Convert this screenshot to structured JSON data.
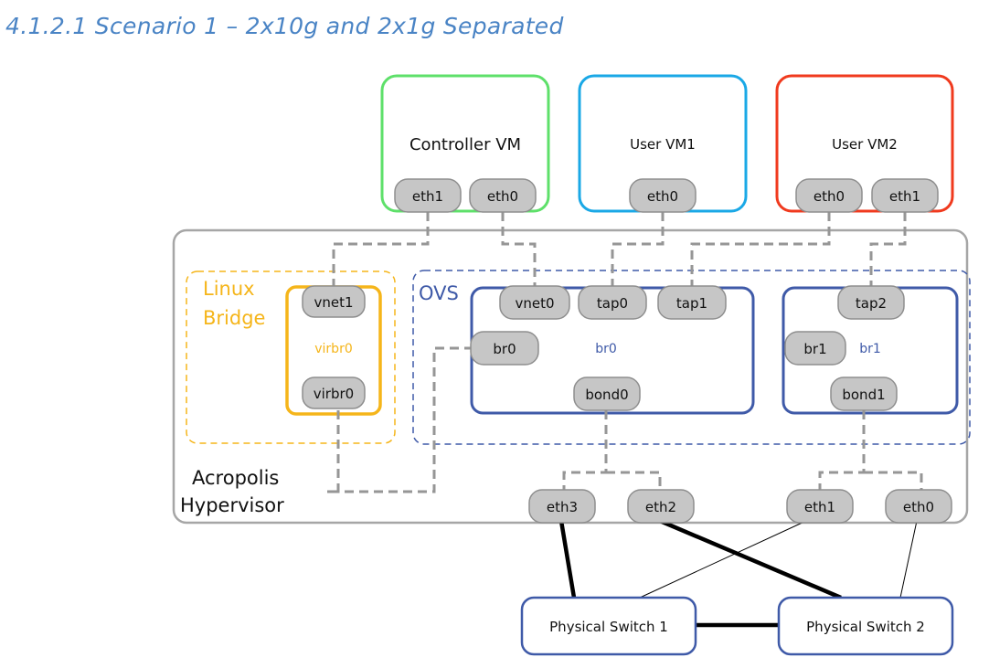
{
  "heading": "4.1.2.1  Scenario 1 – 2x10g and 2x1g Separated",
  "colors": {
    "heading": "#4a84c5",
    "controller_vm": "#5ee06a",
    "user_vm1": "#1aa8e6",
    "user_vm2": "#f03a1e",
    "linux_bridge": "#f5b51a",
    "ovs": "#3f5aa8",
    "hypervisor_border": "#a6a6a6",
    "port_fill": "#c6c6c6"
  },
  "vms": {
    "controller": {
      "label": "Controller VM",
      "ports": [
        "eth1",
        "eth0"
      ]
    },
    "user1": {
      "label": "User VM1",
      "ports": [
        "eth0"
      ]
    },
    "user2": {
      "label": "User VM2",
      "ports": [
        "eth0",
        "eth1"
      ]
    }
  },
  "linux_bridge": {
    "label_line1": "Linux",
    "label_line2": "Bridge",
    "bridge_name": "virbr0",
    "ports": [
      "vnet1",
      "virbr0"
    ]
  },
  "ovs": {
    "label": "OVS",
    "br0": {
      "name": "br0",
      "ports": [
        "vnet0",
        "tap0",
        "tap1",
        "br0",
        "bond0"
      ]
    },
    "br1": {
      "name": "br1",
      "ports": [
        "tap2",
        "br1",
        "bond1"
      ]
    }
  },
  "hypervisor": {
    "label_line1": "Acropolis",
    "label_line2": "Hypervisor",
    "nics": [
      "eth3",
      "eth2",
      "eth1",
      "eth0"
    ]
  },
  "switches": [
    "Physical Switch 1",
    "Physical Switch 2"
  ]
}
